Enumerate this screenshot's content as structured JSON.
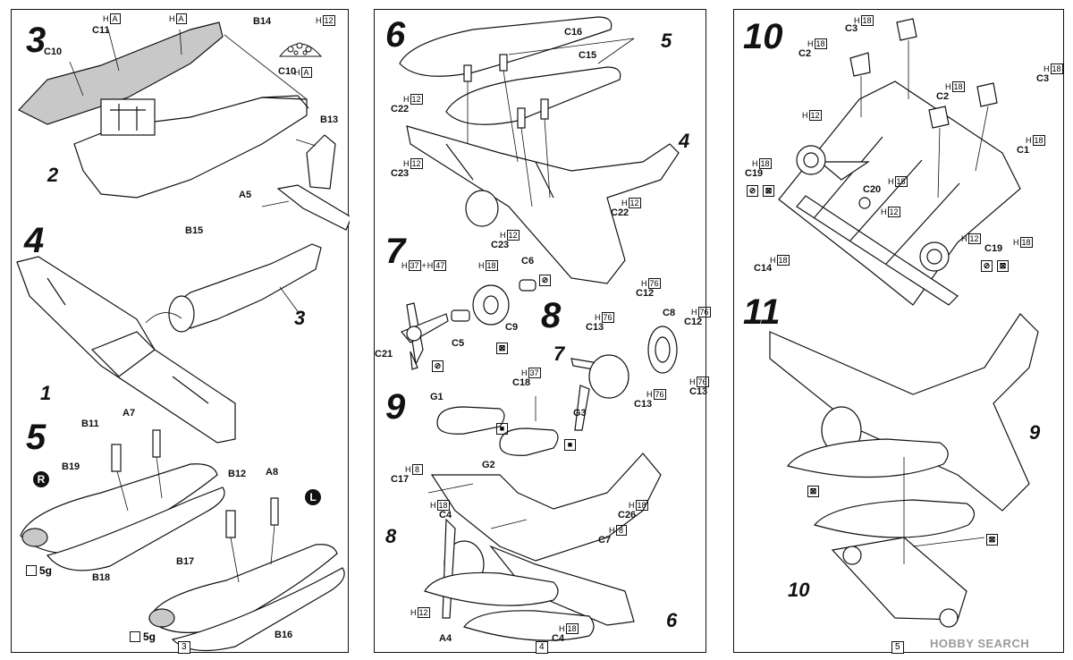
{
  "steps": {
    "s3": {
      "number": "3",
      "labels": {
        "c11": "C11",
        "c10": "C10",
        "b14": "B14",
        "b13": "B13",
        "b15": "B15",
        "a5": "A5",
        "c10b": "C10",
        "two": "2"
      },
      "tags": {
        "ha1": [
          "H",
          "A"
        ],
        "ha2": [
          "H",
          "A"
        ],
        "h12": [
          "H",
          "12"
        ],
        "ha3": [
          "H",
          "A"
        ]
      }
    },
    "s4": {
      "number": "4",
      "labels": {
        "one": "1",
        "three": "3"
      }
    },
    "s5": {
      "number": "5",
      "labels": {
        "b11": "B11",
        "a7": "A7",
        "b19": "B19",
        "b18": "B18",
        "b12": "B12",
        "a8": "A8",
        "b17": "B17",
        "b16": "B16"
      },
      "right": "R",
      "left": "L",
      "weight1": "5g",
      "weight2": "5g"
    },
    "s6": {
      "number": "6",
      "labels": {
        "c16": "C16",
        "c15": "C15",
        "five": "5",
        "c22a": "C22",
        "c23a": "C23",
        "four": "4",
        "c22b": "C22",
        "c23b": "C23"
      },
      "tags": {
        "h12a": [
          "H",
          "12"
        ],
        "h12b": [
          "H",
          "12"
        ],
        "h12c": [
          "H",
          "12"
        ],
        "h12d": [
          "H",
          "12"
        ]
      }
    },
    "s7": {
      "number": "7",
      "labels": {
        "c6": "C6",
        "c21": "C21",
        "c5": "C5",
        "c9": "C9"
      },
      "tags": {
        "h37": [
          "H",
          "37"
        ],
        "plus": "+",
        "h47": [
          "H",
          "47"
        ],
        "h18": [
          "H",
          "18"
        ]
      }
    },
    "s8": {
      "number": "8",
      "labels": {
        "c12a": "C12",
        "c13a": "C13",
        "c8": "C8",
        "c12b": "C12",
        "seven": "7",
        "c13b": "C13",
        "c13c": "C13"
      },
      "tags": {
        "h76a": [
          "H",
          "76"
        ],
        "h76b": [
          "H",
          "76"
        ],
        "h76c": [
          "H",
          "76"
        ],
        "h76d": [
          "H",
          "76"
        ],
        "h76e": [
          "H",
          "76"
        ]
      }
    },
    "s9": {
      "number": "9",
      "labels": {
        "g1": "G1",
        "c18": "C18",
        "g3": "G3",
        "g2": "G2",
        "c17": "C17",
        "c4a": "C4",
        "c26": "C26",
        "eight": "8",
        "c7": "C7",
        "a4": "A4",
        "c4b": "C4",
        "six": "6"
      },
      "tags": {
        "h37": [
          "H",
          "37"
        ],
        "h8a": [
          "H",
          "8"
        ],
        "h18a": [
          "H",
          "18"
        ],
        "h18b": [
          "H",
          "18"
        ],
        "h8b": [
          "H",
          "8"
        ],
        "h12": [
          "H",
          "12"
        ],
        "h18c": [
          "H",
          "18"
        ]
      }
    },
    "s10": {
      "number": "10",
      "labels": {
        "c3a": "C3",
        "c2a": "C2",
        "c3b": "C3",
        "c2b": "C2",
        "c1": "C1",
        "c19a": "C19",
        "c20": "C20",
        "c19b": "C19",
        "c14": "C14"
      },
      "tags": {
        "h18a": [
          "H",
          "18"
        ],
        "h18b": [
          "H",
          "18"
        ],
        "h18c": [
          "H",
          "18"
        ],
        "h18d": [
          "H",
          "18"
        ],
        "h18e": [
          "H",
          "18"
        ],
        "h12a": [
          "H",
          "12"
        ],
        "h18f": [
          "H",
          "18"
        ],
        "h18g": [
          "H",
          "18"
        ],
        "h12b": [
          "H",
          "12"
        ],
        "h12c": [
          "H",
          "12"
        ],
        "h18h": [
          "H",
          "18"
        ],
        "h18i": [
          "H",
          "18"
        ]
      }
    },
    "s11": {
      "number": "11",
      "labels": {
        "nine": "9",
        "ten": "10"
      }
    }
  },
  "pages": {
    "p3": "3",
    "p4": "4",
    "p5": "5"
  },
  "watermark": "HOBBY SEARCH",
  "colors": {
    "line": "#111111",
    "fill": "#ffffff",
    "shade": "#9a9a9a",
    "watermark": "#9a9a9a"
  }
}
